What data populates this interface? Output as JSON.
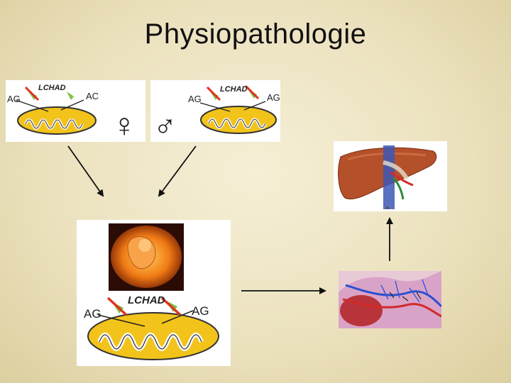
{
  "title": "Physiopathologie",
  "mother_panel": {
    "enzyme_label": "LCHAD",
    "left_label": "AG",
    "right_label": "AC",
    "sex_symbol": "♀"
  },
  "father_panel": {
    "enzyme_label": "LCHAD",
    "left_label": "AG",
    "right_label": "AG",
    "sex_symbol": "♂"
  },
  "fetus_panel": {
    "enzyme_label": "LCHAD",
    "left_label": "AG",
    "right_label": "AG"
  },
  "colors": {
    "mitochondria_fill": "#f2c31a",
    "mitochondria_stroke": "#333333",
    "arrow_green": "#7dc242",
    "cross_red": "#e0321f"
  },
  "icons": {
    "mitochondrion": "mitochondrion-icon",
    "fetus": "fetus-image",
    "liver": "liver-image",
    "placenta": "placenta-image"
  }
}
